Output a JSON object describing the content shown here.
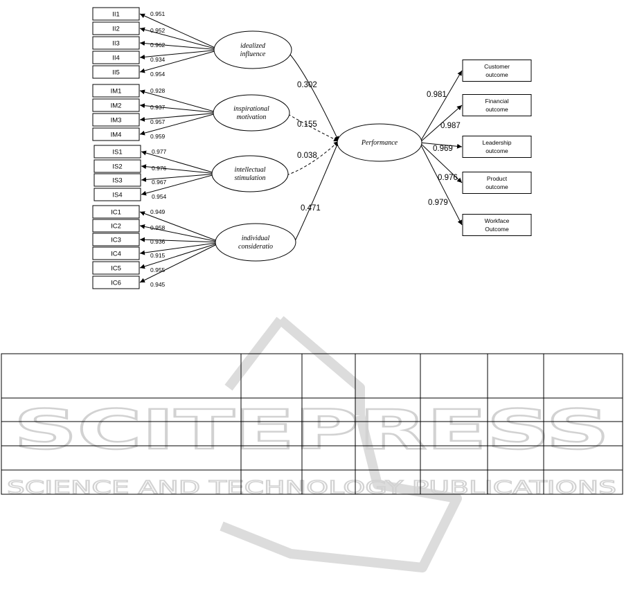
{
  "watermark": {
    "big": "SCITEPRESS",
    "small": "SCIENCE AND TECHNOLOGY PUBLICATIONS"
  },
  "diagram": {
    "colors": {
      "line": "#000000",
      "box_fill": "#ffffff",
      "watermark": "#d2d2d2"
    },
    "indicator_groups": [
      {
        "latent": [
          "idealized",
          "influence"
        ],
        "indicators": [
          {
            "label": "II1",
            "loading": "0.951"
          },
          {
            "label": "II2",
            "loading": "0.952"
          },
          {
            "label": "II3",
            "loading": "0.962"
          },
          {
            "label": "II4",
            "loading": "0.934"
          },
          {
            "label": "II5",
            "loading": "0.954"
          }
        ],
        "path": "0.302"
      },
      {
        "latent": [
          "inspirational",
          "motivation"
        ],
        "indicators": [
          {
            "label": "IM1",
            "loading": "0.928"
          },
          {
            "label": "IM2",
            "loading": "0.937"
          },
          {
            "label": "IM3",
            "loading": "0.957"
          },
          {
            "label": "IM4",
            "loading": "0.959"
          }
        ],
        "path": "0.155"
      },
      {
        "latent": [
          "intellectual",
          "stimulation"
        ],
        "indicators": [
          {
            "label": "IS1",
            "loading": "0.977"
          },
          {
            "label": "IS2",
            "loading": "0.976"
          },
          {
            "label": "IS3",
            "loading": "0.967"
          },
          {
            "label": "IS4",
            "loading": "0.954"
          }
        ],
        "path": "0.038"
      },
      {
        "latent": [
          "individual",
          "consideratio"
        ],
        "indicators": [
          {
            "label": "IC1",
            "loading": "0.949"
          },
          {
            "label": "IC2",
            "loading": "0.958"
          },
          {
            "label": "IC3",
            "loading": "0.936"
          },
          {
            "label": "IC4",
            "loading": "0.915"
          },
          {
            "label": "IC5",
            "loading": "0.955"
          },
          {
            "label": "IC6",
            "loading": "0.945"
          }
        ],
        "path": "0.471"
      }
    ],
    "performance": "Performance",
    "outcomes": [
      {
        "lines": [
          "Customer",
          "outcome"
        ],
        "loading": "0.981"
      },
      {
        "lines": [
          "Financial",
          "outcome"
        ],
        "loading": "0.987"
      },
      {
        "lines": [
          "Leadership",
          "outcome"
        ],
        "loading": "0.969"
      },
      {
        "lines": [
          "Product",
          "outcome"
        ],
        "loading": "0.976"
      },
      {
        "lines": [
          "Workface",
          "Outcome"
        ],
        "loading": "0.979"
      }
    ]
  },
  "table": {
    "rows": 5,
    "columns": 7
  }
}
